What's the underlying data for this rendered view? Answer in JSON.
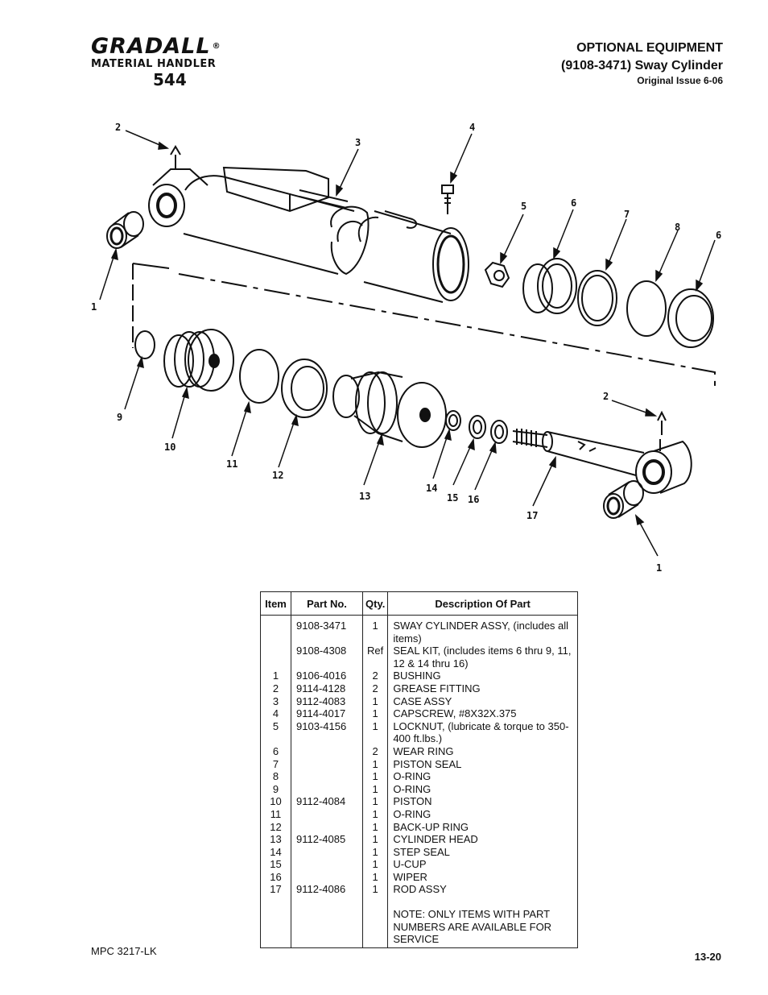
{
  "logo": {
    "brand": "GRADALL",
    "registered": "®",
    "subtitle": "MATERIAL HANDLER",
    "model": "544"
  },
  "header": {
    "section": "OPTIONAL EQUIPMENT",
    "title": "(9108-3471) Sway Cylinder",
    "issue": "Original Issue 6-06"
  },
  "callouts": [
    "1",
    "2",
    "3",
    "4",
    "5",
    "6",
    "7",
    "8",
    "6",
    "9",
    "10",
    "11",
    "12",
    "13",
    "14",
    "15",
    "16",
    "17",
    "2",
    "1"
  ],
  "table": {
    "headers": [
      "Item",
      "Part No.",
      "Qty.",
      "Description Of Part"
    ],
    "rows": [
      {
        "item": "",
        "part": "9108-3471",
        "qty": "1",
        "desc": "SWAY CYLINDER ASSY, (includes all items)"
      },
      {
        "item": "",
        "part": "9108-4308",
        "qty": "Ref",
        "desc": "SEAL KIT, (includes items 6 thru 9, 11, 12 & 14 thru 16)"
      },
      {
        "item": "1",
        "part": "9106-4016",
        "qty": "2",
        "desc": "BUSHING"
      },
      {
        "item": "2",
        "part": "9114-4128",
        "qty": "2",
        "desc": "GREASE FITTING"
      },
      {
        "item": "3",
        "part": "9112-4083",
        "qty": "1",
        "desc": "CASE ASSY"
      },
      {
        "item": "4",
        "part": "9114-4017",
        "qty": "1",
        "desc": "CAPSCREW, #8X32X.375"
      },
      {
        "item": "5",
        "part": "9103-4156",
        "qty": "1",
        "desc": "LOCKNUT, (lubricate & torque to 350-400 ft.lbs.)"
      },
      {
        "item": "6",
        "part": "",
        "qty": "2",
        "desc": "WEAR RING"
      },
      {
        "item": "7",
        "part": "",
        "qty": "1",
        "desc": "PISTON SEAL"
      },
      {
        "item": "8",
        "part": "",
        "qty": "1",
        "desc": "O-RING"
      },
      {
        "item": "9",
        "part": "",
        "qty": "1",
        "desc": "O-RING"
      },
      {
        "item": "10",
        "part": "9112-4084",
        "qty": "1",
        "desc": "PISTON"
      },
      {
        "item": "11",
        "part": "",
        "qty": "1",
        "desc": "O-RING"
      },
      {
        "item": "12",
        "part": "",
        "qty": "1",
        "desc": "BACK-UP RING"
      },
      {
        "item": "13",
        "part": "9112-4085",
        "qty": "1",
        "desc": "CYLINDER HEAD"
      },
      {
        "item": "14",
        "part": "",
        "qty": "1",
        "desc": "STEP SEAL"
      },
      {
        "item": "15",
        "part": "",
        "qty": "1",
        "desc": "U-CUP"
      },
      {
        "item": "16",
        "part": "",
        "qty": "1",
        "desc": "WIPER"
      },
      {
        "item": "17",
        "part": "9112-4086",
        "qty": "1",
        "desc": "ROD ASSY"
      }
    ],
    "note": "NOTE:  ONLY ITEMS WITH PART NUMBERS ARE AVAILABLE FOR SERVICE"
  },
  "footer": {
    "doc_number": "MPC 3217-LK",
    "page_number": "13-20"
  }
}
